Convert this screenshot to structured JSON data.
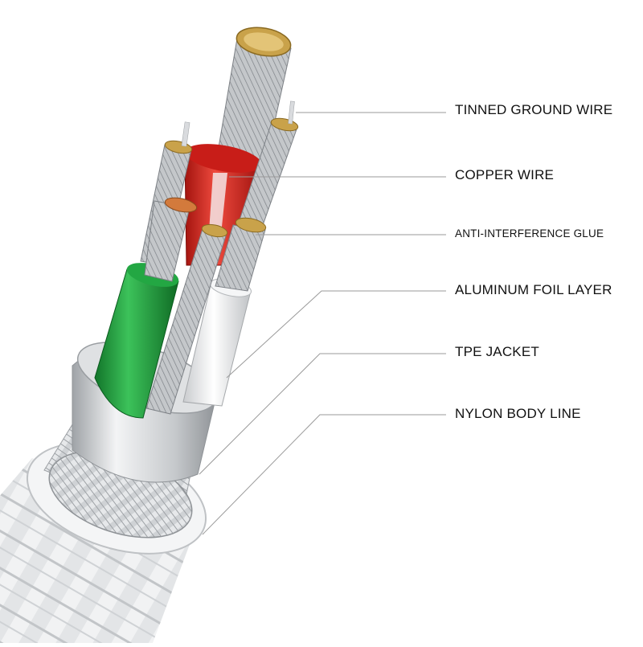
{
  "labels": [
    "TINNED GROUND WIRE",
    "COPPER WIRE",
    "ANTI-INTERFERENCE GLUE",
    "ALUMINUM FOIL LAYER",
    "TPE JACKET",
    "NYLON BODY LINE"
  ],
  "colors": {
    "insulation_red": "#d8231f",
    "insulation_green": "#1f9e3a",
    "insulation_white": "#ececec",
    "strand_silver": "#b9bcc0",
    "strand_copper": "#c9a24a",
    "foil": "#cfd2d5",
    "braid": "#dcdfe2",
    "leader_line": "#9a9a9a"
  }
}
